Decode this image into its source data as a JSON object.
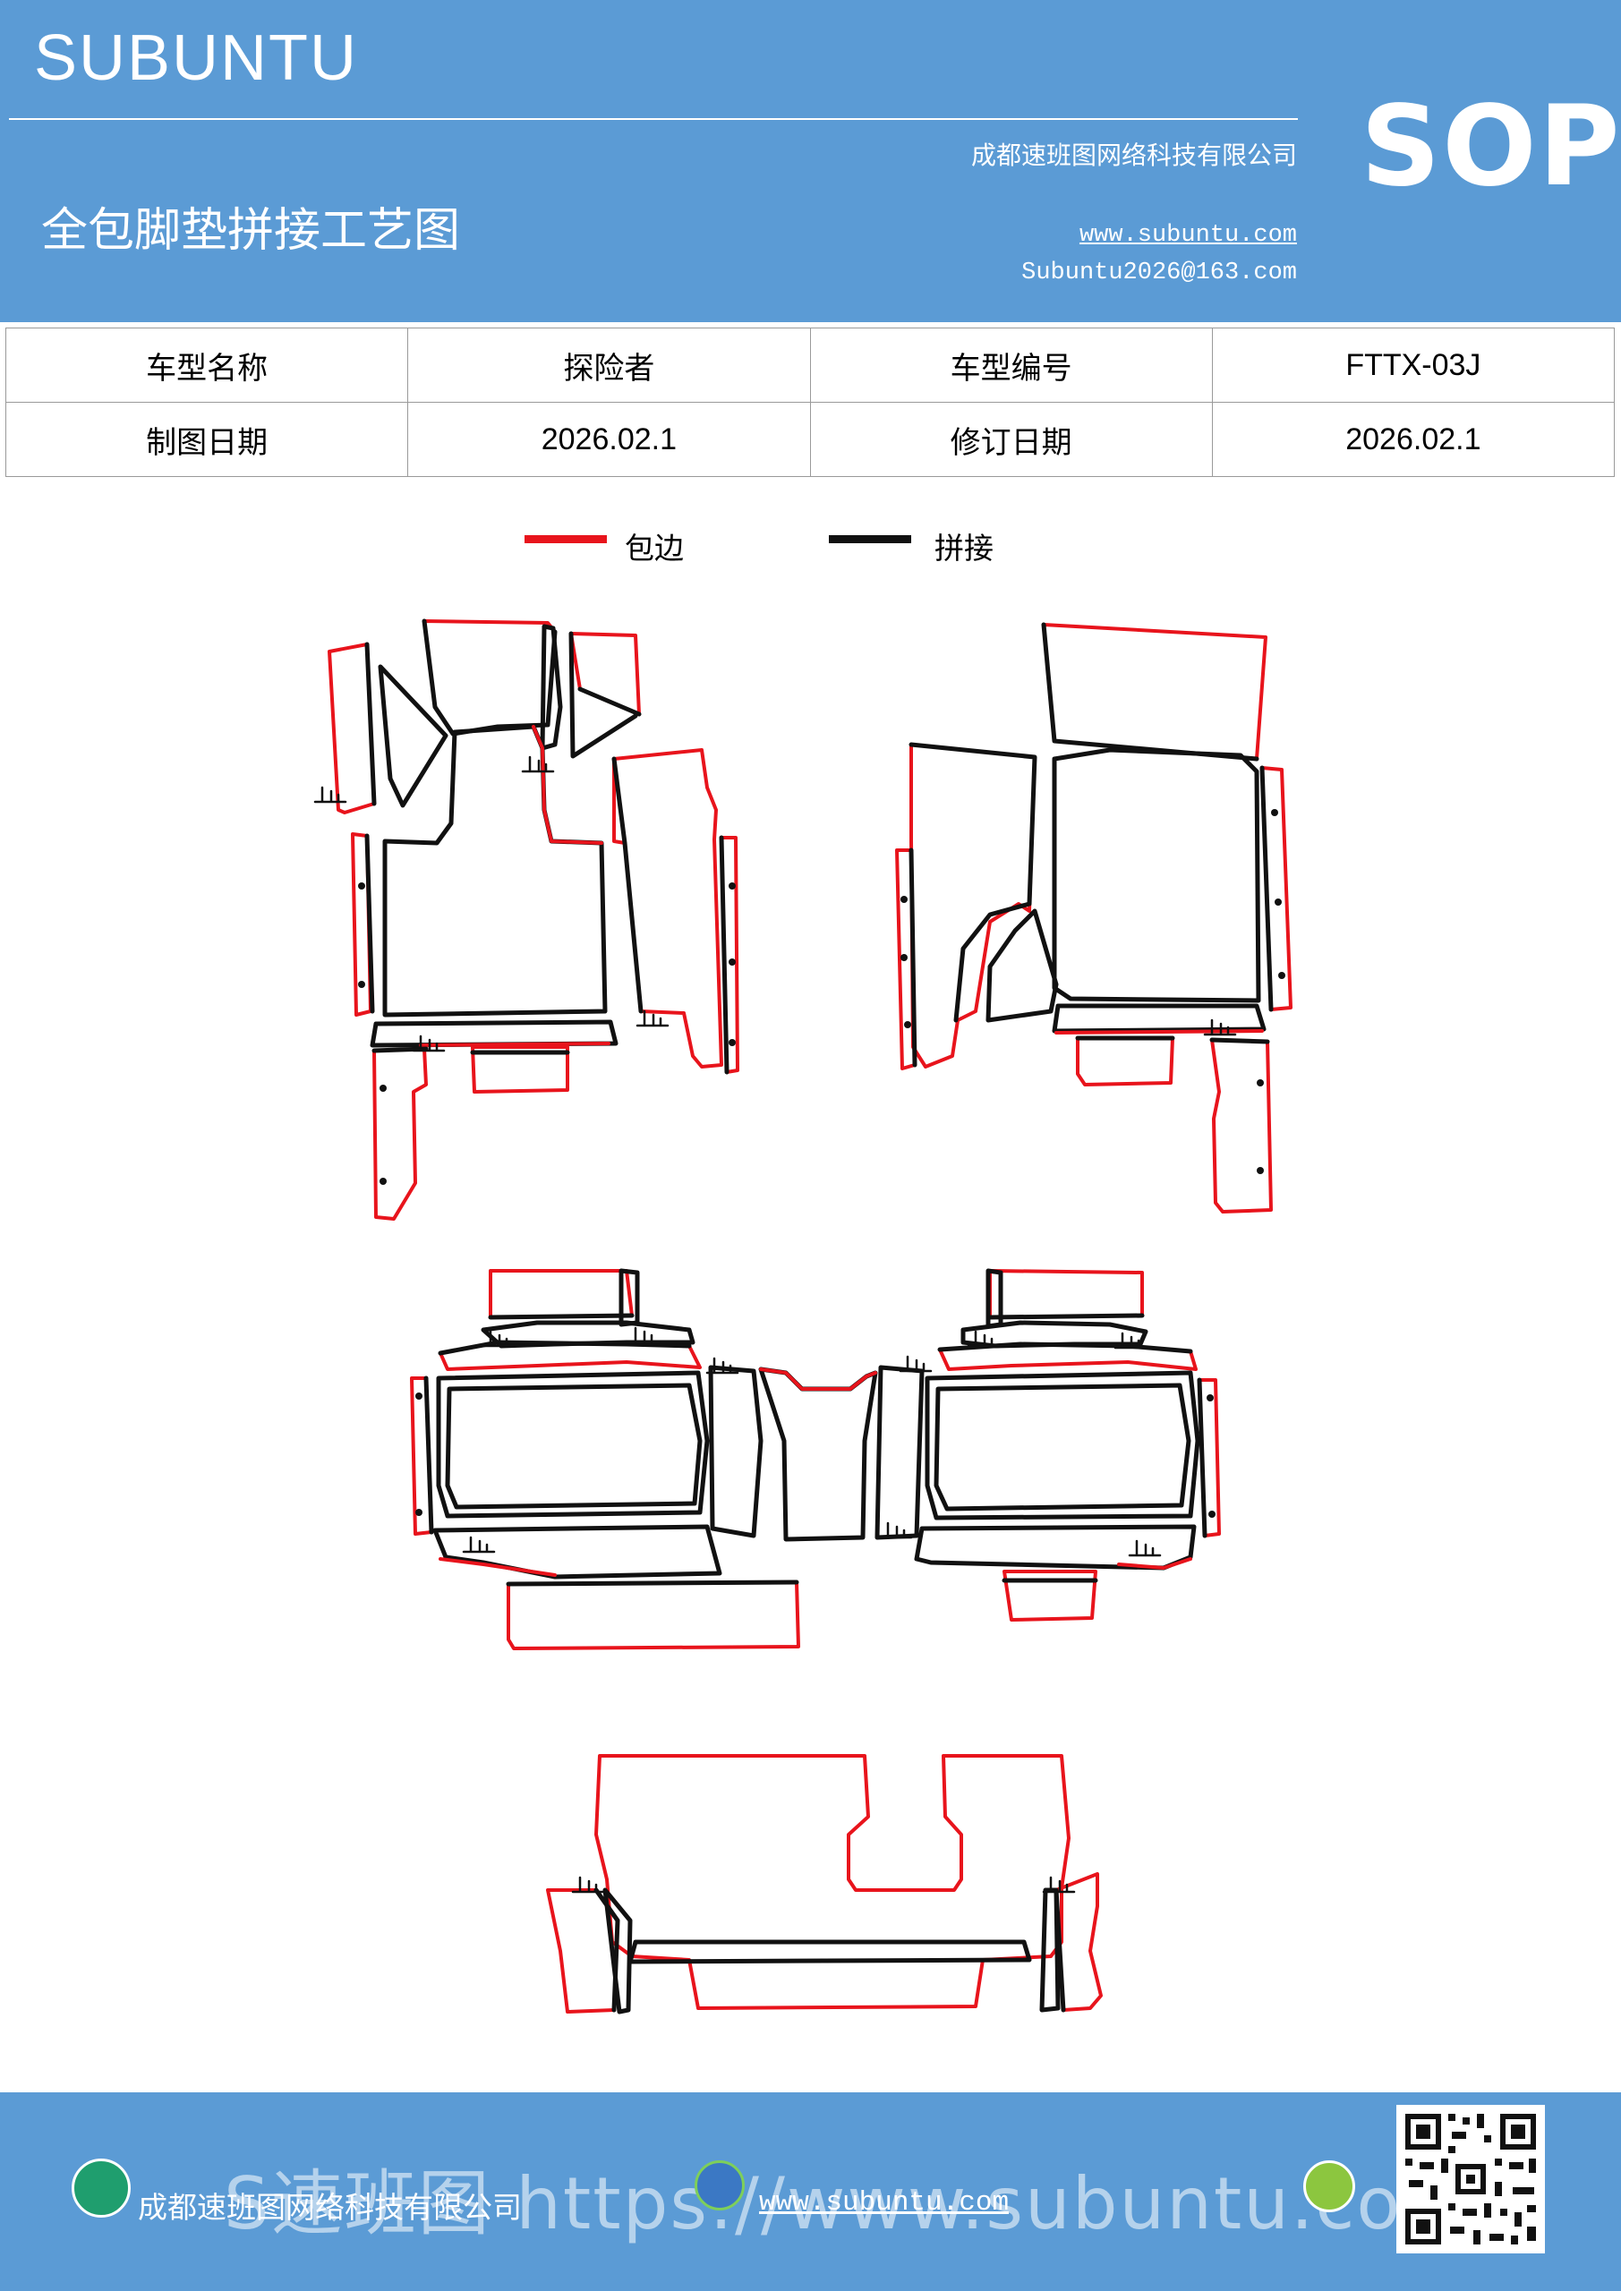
{
  "header": {
    "brand": "SUBUNTU",
    "company": "成都速班图网络科技有限公司",
    "title": "全包脚垫拼接工艺图",
    "website": "www.subuntu.com",
    "email": "Subuntu2026@163.com",
    "badge": "SOP"
  },
  "info_table": {
    "rows": [
      {
        "label1": "车型名称",
        "value1": "探险者",
        "label2": "车型编号",
        "value2": "FTTX-03J"
      },
      {
        "label1": "制图日期",
        "value1": "2026.02.1",
        "label2": "修订日期",
        "value2": "2026.02.1"
      }
    ]
  },
  "legend": {
    "edge_label": "包边",
    "edge_color": "#e8141c",
    "join_label": "拼接",
    "join_color": "#111111"
  },
  "footer": {
    "company": "成都速班图网络科技有限公司",
    "watermark": "S速班图 https://www.subuntu.com",
    "website": "www.subuntu.com",
    "icons": [
      "building-icon",
      "globe-icon",
      "wechat-icon",
      "qr-code"
    ]
  }
}
